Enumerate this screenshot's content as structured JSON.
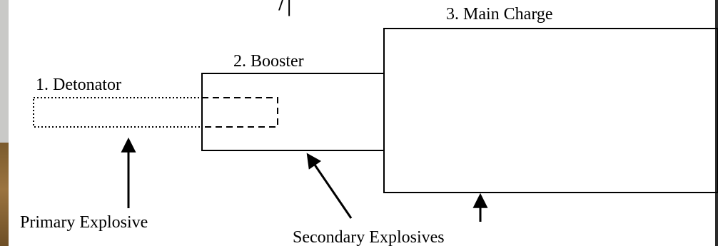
{
  "diagram": {
    "header_glyph": "/|",
    "components": [
      {
        "id": "detonator",
        "label": "1. Detonator"
      },
      {
        "id": "booster",
        "label": "2. Booster"
      },
      {
        "id": "main_charge",
        "label": "3. Main Charge"
      }
    ],
    "callouts": [
      {
        "id": "primary",
        "label": "Primary Explosive"
      },
      {
        "id": "secondary",
        "label": "Secondary Explosives"
      }
    ],
    "colors": {
      "stroke": "#000000",
      "background": "#ffffff"
    }
  }
}
